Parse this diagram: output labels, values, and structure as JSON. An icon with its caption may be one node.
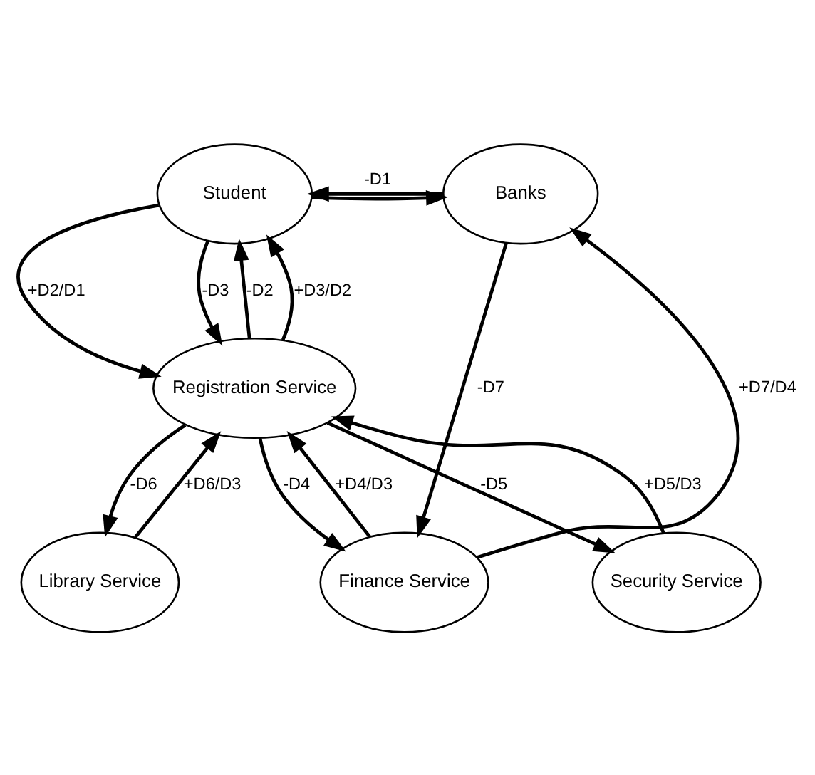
{
  "diagram": {
    "nodes": [
      {
        "text": [
          "Student"
        ]
      },
      {
        "text": [
          "Banks"
        ]
      },
      {
        "text": [
          "Registration Service"
        ]
      },
      {
        "text": [
          "Library Service"
        ]
      },
      {
        "text": [
          "Finance Service"
        ]
      },
      {
        "text": [
          "Security Service"
        ]
      }
    ],
    "edges": [
      {
        "from": 0,
        "to": 1,
        "arrow": "to"
      },
      {
        "from": 1,
        "to": 0,
        "arrow": "to",
        "label": "-D1"
      },
      {
        "from": 0,
        "to": 2,
        "arrow": "to",
        "label": "+D2/D1"
      },
      {
        "from": 2,
        "to": 0,
        "arrow": "to",
        "label": "-D2"
      },
      {
        "from": 0,
        "to": 2,
        "arrow": "to",
        "label": "-D3"
      },
      {
        "from": 2,
        "to": 0,
        "arrow": "to",
        "label": "+D3/D2"
      },
      {
        "from": 3,
        "to": 2,
        "arrow": "to",
        "label": "+D6/D3"
      },
      {
        "from": 2,
        "to": 3,
        "arrow": "to",
        "label": "-D6"
      },
      {
        "from": 5,
        "to": 2,
        "arrow": "to",
        "label": "+D5/D3"
      },
      {
        "from": 2,
        "to": 5,
        "arrow": "to",
        "label": "-D5"
      },
      {
        "from": 4,
        "to": 2,
        "arrow": "to",
        "label": "+D4/D3"
      },
      {
        "from": 2,
        "to": 4,
        "arrow": "to",
        "label": "-D4"
      },
      {
        "from": 4,
        "to": 1,
        "arrow": "to",
        "label": "+D7/D4"
      },
      {
        "from": 1,
        "to": 4,
        "arrow": "to",
        "label": "-D7"
      }
    ]
  }
}
